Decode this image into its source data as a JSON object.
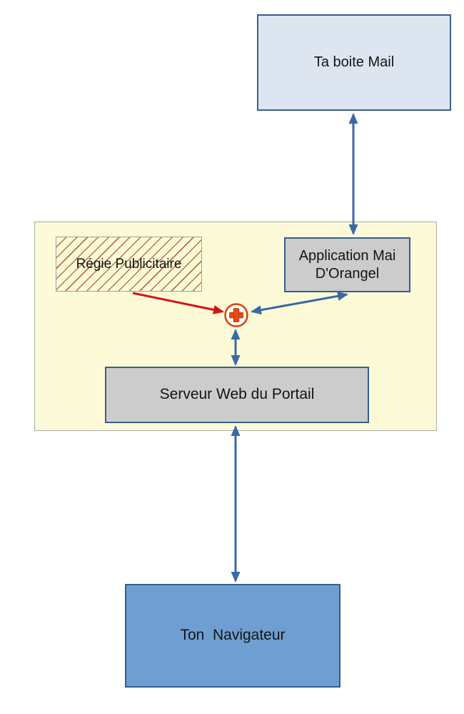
{
  "diagram": {
    "title": "Portail mail architecture diagram",
    "nodes": {
      "ta_boite_mail": {
        "label": "Ta boite Mail",
        "shape": "rectangle",
        "fill": "#dde6f0"
      },
      "regie_publicitaire": {
        "label": "Régie Publicitaire",
        "shape": "rectangle-hatched",
        "fill": "hatched"
      },
      "application_orangel": {
        "label": "Application Mai\nD'Orangel",
        "shape": "rectangle",
        "fill": "#cccccc"
      },
      "serveur_web_portail": {
        "label": "Serveur Web du Portail",
        "shape": "rectangle",
        "fill": "#cccccc"
      },
      "ton_navigateur": {
        "label": "Ton  Navigateur",
        "shape": "rectangle",
        "fill": "#6f9fd2"
      },
      "portail_container": {
        "label": "",
        "shape": "container",
        "fill": "#fdfbd7"
      }
    },
    "icons": {
      "plus_icon": "plus-aggregation-icon"
    },
    "edges": [
      {
        "from": "ta_boite_mail",
        "to": "application_orangel",
        "direction": "bidirectional",
        "color": "#3a69a8"
      },
      {
        "from": "application_orangel",
        "to": "plus_icon",
        "direction": "bidirectional",
        "color": "#3a69a8"
      },
      {
        "from": "regie_publicitaire",
        "to": "plus_icon",
        "direction": "one-way",
        "color": "#d41414"
      },
      {
        "from": "plus_icon",
        "to": "serveur_web_portail",
        "direction": "bidirectional",
        "color": "#3a69a8"
      },
      {
        "from": "serveur_web_portail",
        "to": "ton_navigateur",
        "direction": "bidirectional",
        "color": "#3a69a8"
      }
    ]
  },
  "colors": {
    "canvas_bg": "#ffffff",
    "container_fill": "#fdfbd7",
    "container_border": "#a7aca2",
    "mail_fill": "#dde6f0",
    "node_border_blue": "#365f91",
    "gray_fill": "#cccccc",
    "navigator_fill": "#6f9fd2",
    "arrow_blue": "#3a69a8",
    "arrow_red": "#d41414",
    "plus_ring": "#d8400d",
    "plus_fill": "#e8490f",
    "plus_bg": "#ffffff",
    "hatch_line": "#b5714a",
    "hatch_border": "#9aa0a0",
    "text": "#141414"
  }
}
